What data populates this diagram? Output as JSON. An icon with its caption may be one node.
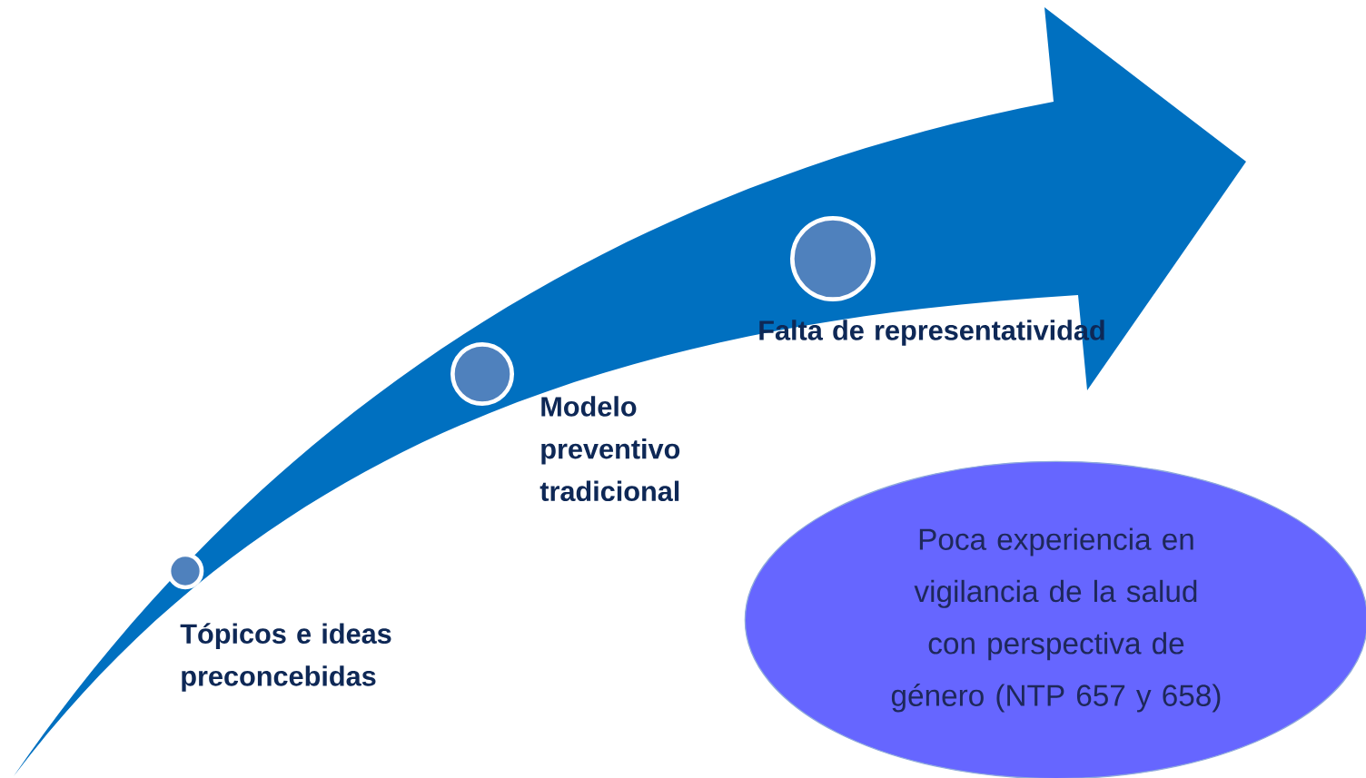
{
  "diagram": {
    "nodes": [
      {
        "text": [],
        "shape": "circle",
        "beside": [
          "Tópicos e ideas preconcebidas"
        ]
      },
      {
        "text": [],
        "shape": "circle",
        "beside": [
          "Modelo preventivo tradicional"
        ]
      },
      {
        "text": [],
        "shape": "circle",
        "beside": [
          "Falta de representatividad"
        ]
      },
      {
        "text": [
          "Poca experiencia en vigilancia de la salud con perspectiva de género (NTP 657 y 658)"
        ]
      }
    ]
  }
}
